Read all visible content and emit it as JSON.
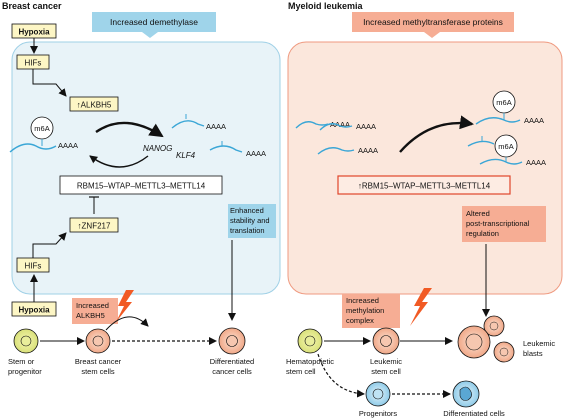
{
  "left": {
    "title": "Breast cancer",
    "callout": "Increased demethylase",
    "hypoxia_top": "Hypoxia",
    "hifs_top": "HIFs",
    "alkbh5": "↑ALKBH5",
    "m6a": "m6A",
    "aaaa": "AAAA",
    "nanog": "NANOG",
    "klf4": "KLF4",
    "complex": "RBM15–WTAP–METTL3–METTL14",
    "znf217": "↑ZNF217",
    "hifs_bottom": "HIFs",
    "hypoxia_bottom": "Hypoxia",
    "increased_alkbh5_1": "Increased",
    "increased_alkbh5_2": "ALKBH5",
    "enhanced_1": "Enhanced",
    "enhanced_2": "stability and",
    "enhanced_3": "translation",
    "cell1_1": "Stem or",
    "cell1_2": "progenitor",
    "cell2_1": "Breast cancer",
    "cell2_2": "stem cells",
    "cell3_1": "Differentiated",
    "cell3_2": "cancer cells"
  },
  "right": {
    "title": "Myeloid leukemia",
    "callout": "Increased methyltransferase proteins",
    "aaaa": "AAAA",
    "m6a": "m6A",
    "complex": "↑RBM15–WTAP–METTL3–METTL14",
    "altered_1": "Altered",
    "altered_2": "post-transcriptional",
    "altered_3": "regulation",
    "increased_1": "Increased",
    "increased_2": "methylation",
    "increased_3": "complex",
    "hema_1": "Hematopoietic",
    "hema_2": "stem cell",
    "leuk_1": "Leukemic",
    "leuk_2": "stem cell",
    "blasts_1": "Leukemic",
    "blasts_2": "blasts",
    "progenitors": "Progenitors",
    "differentiated": "Differentiated cells"
  },
  "colors": {
    "left_bg": "#e8f3f8",
    "left_border": "#9fd0e6",
    "callout_blue": "#9fd4ea",
    "right_bg": "#fbe7dc",
    "right_border": "#ef9a80",
    "callout_salmon": "#f6ad94",
    "yellow_box": "#fdf6c5",
    "rna": "#3aa6d6",
    "lightning": "#f15a24"
  }
}
